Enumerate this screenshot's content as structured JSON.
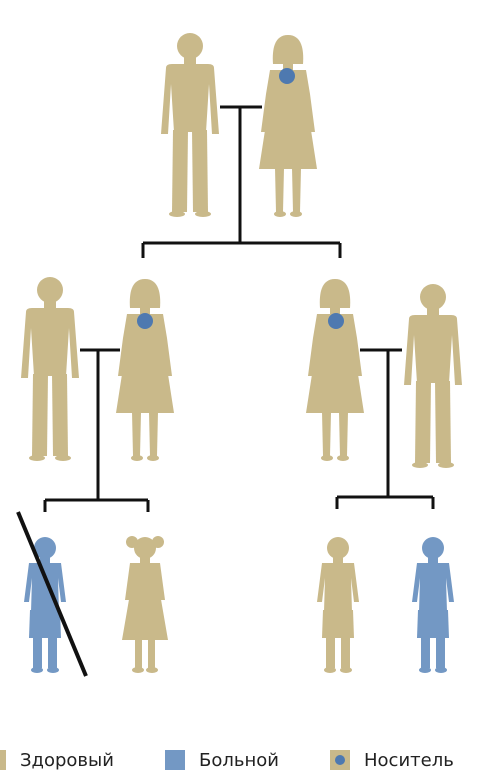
{
  "colors": {
    "healthy": "#C9B98A",
    "sick": "#7398C4",
    "carrier_dot": "#4E79B0",
    "line": "#111111"
  },
  "people": [
    {
      "id": "gen1-father",
      "generation": 1,
      "sex": "male",
      "status": "healthy"
    },
    {
      "id": "gen1-mother",
      "generation": 1,
      "sex": "female",
      "status": "carrier"
    },
    {
      "id": "gen2-left-husband",
      "generation": 2,
      "sex": "male",
      "status": "healthy"
    },
    {
      "id": "gen2-left-daughter",
      "generation": 2,
      "sex": "female",
      "status": "carrier"
    },
    {
      "id": "gen2-right-daughter",
      "generation": 2,
      "sex": "female",
      "status": "carrier"
    },
    {
      "id": "gen2-right-husband",
      "generation": 2,
      "sex": "male",
      "status": "healthy"
    },
    {
      "id": "gen3-left-son",
      "generation": 3,
      "sex": "male",
      "status": "sick",
      "deceased": true
    },
    {
      "id": "gen3-left-daughter",
      "generation": 3,
      "sex": "female",
      "status": "healthy"
    },
    {
      "id": "gen3-right-son-1",
      "generation": 3,
      "sex": "male",
      "status": "healthy"
    },
    {
      "id": "gen3-right-son-2",
      "generation": 3,
      "sex": "male",
      "status": "sick"
    }
  ],
  "legend": [
    {
      "label": "Здоровый",
      "status": "healthy"
    },
    {
      "label": "Больной",
      "status": "sick"
    },
    {
      "label": "Носитель",
      "status": "carrier"
    }
  ]
}
